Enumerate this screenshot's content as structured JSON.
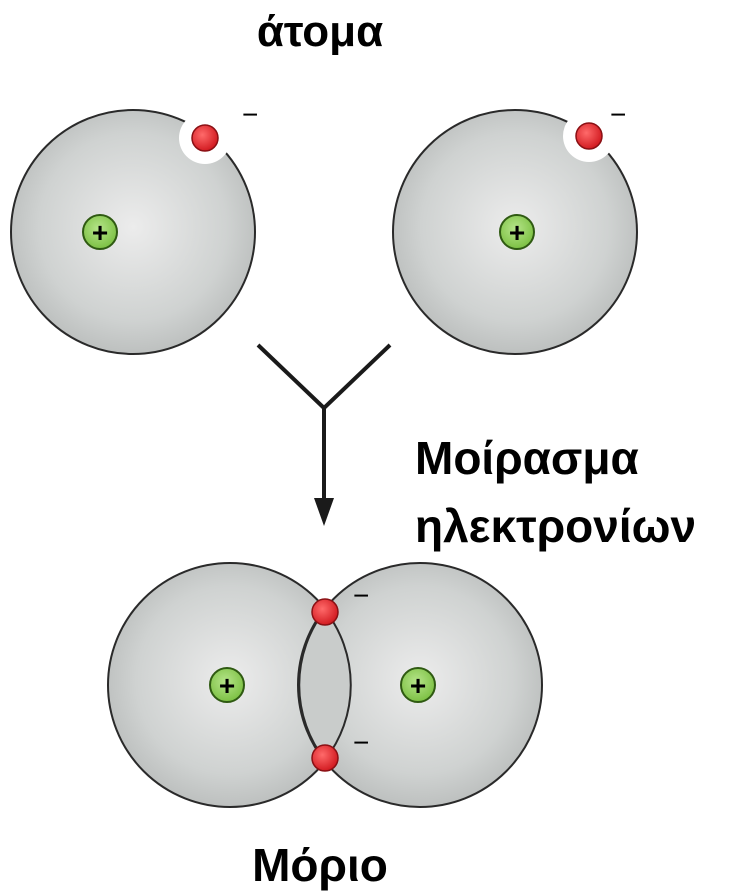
{
  "title_atoms": "άτομα",
  "process_label": {
    "line1": "Μοίρασμα",
    "line2": "ηλεκτρονίων"
  },
  "title_molecule": "Μόριο",
  "symbols": {
    "electron_charge": "−",
    "nucleus_charge": "+"
  },
  "colors": {
    "atom_fill": "#d4d7d5",
    "atom_outline": "#2a2a2a",
    "electron": "#e32a2e",
    "nucleus": "#8fce54",
    "arrow": "#1a1a1a"
  }
}
